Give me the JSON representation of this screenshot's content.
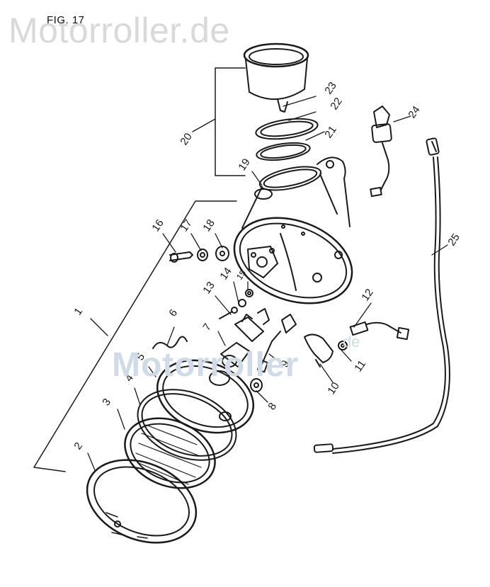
{
  "figure": {
    "label": "FIG. 17"
  },
  "watermark": {
    "top_text": "Motorroller.de",
    "center_text": "Motorroller",
    "center_suffix": "de"
  },
  "callouts": [
    "1",
    "2",
    "3",
    "4",
    "5",
    "6",
    "7",
    "8",
    "9",
    "10",
    "11",
    "12",
    "13",
    "14",
    "15",
    "16",
    "17",
    "18",
    "19",
    "20",
    "21",
    "22",
    "23",
    "24",
    "25"
  ],
  "colors": {
    "line": "#1a1a1a",
    "watermark": "#d9d9d9",
    "watermark_blue": "#cfdbe6"
  }
}
